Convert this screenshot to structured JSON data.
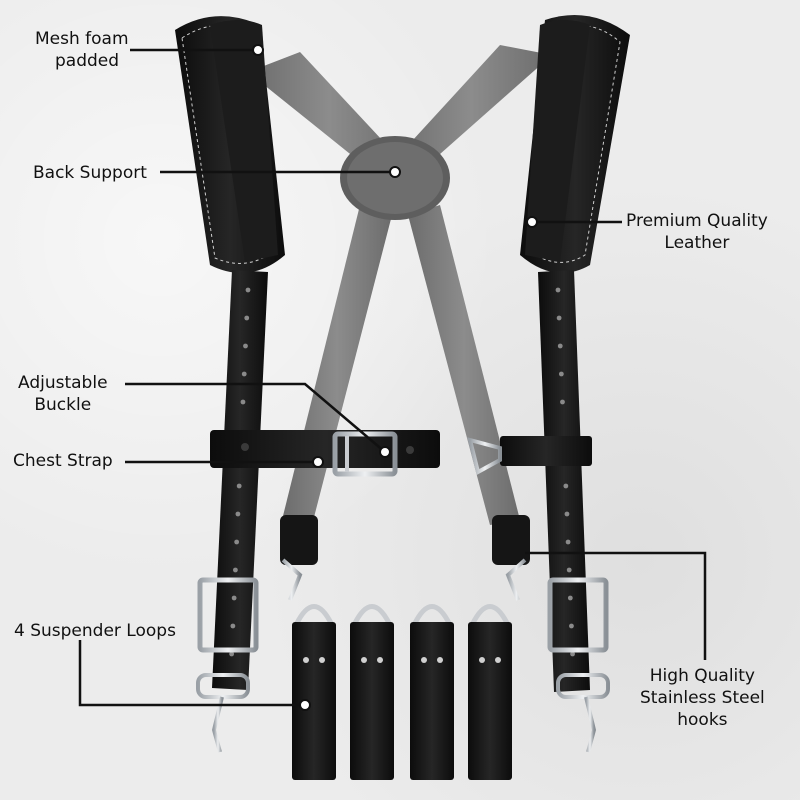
{
  "labels": {
    "mesh_foam": {
      "line1": "Mesh foam",
      "line2": "padded"
    },
    "back_support": {
      "line1": "Back Support"
    },
    "premium_leather": {
      "line1": "Premium Quality",
      "line2": "Leather"
    },
    "adjustable_buckle": {
      "line1": "Adjustable",
      "line2": "Buckle"
    },
    "chest_strap": {
      "line1": "Chest Strap"
    },
    "suspender_loops": {
      "line1": "4 Suspender Loops"
    },
    "steel_hooks": {
      "line1": "High Quality",
      "line2": "Stainless Steel",
      "line3": "hooks"
    }
  },
  "colors": {
    "leather_black": "#141414",
    "leather_grey": "#7a7a7a",
    "stitch": "#d8d8d8",
    "metal": "#c9ccd0",
    "line": "#111111"
  }
}
